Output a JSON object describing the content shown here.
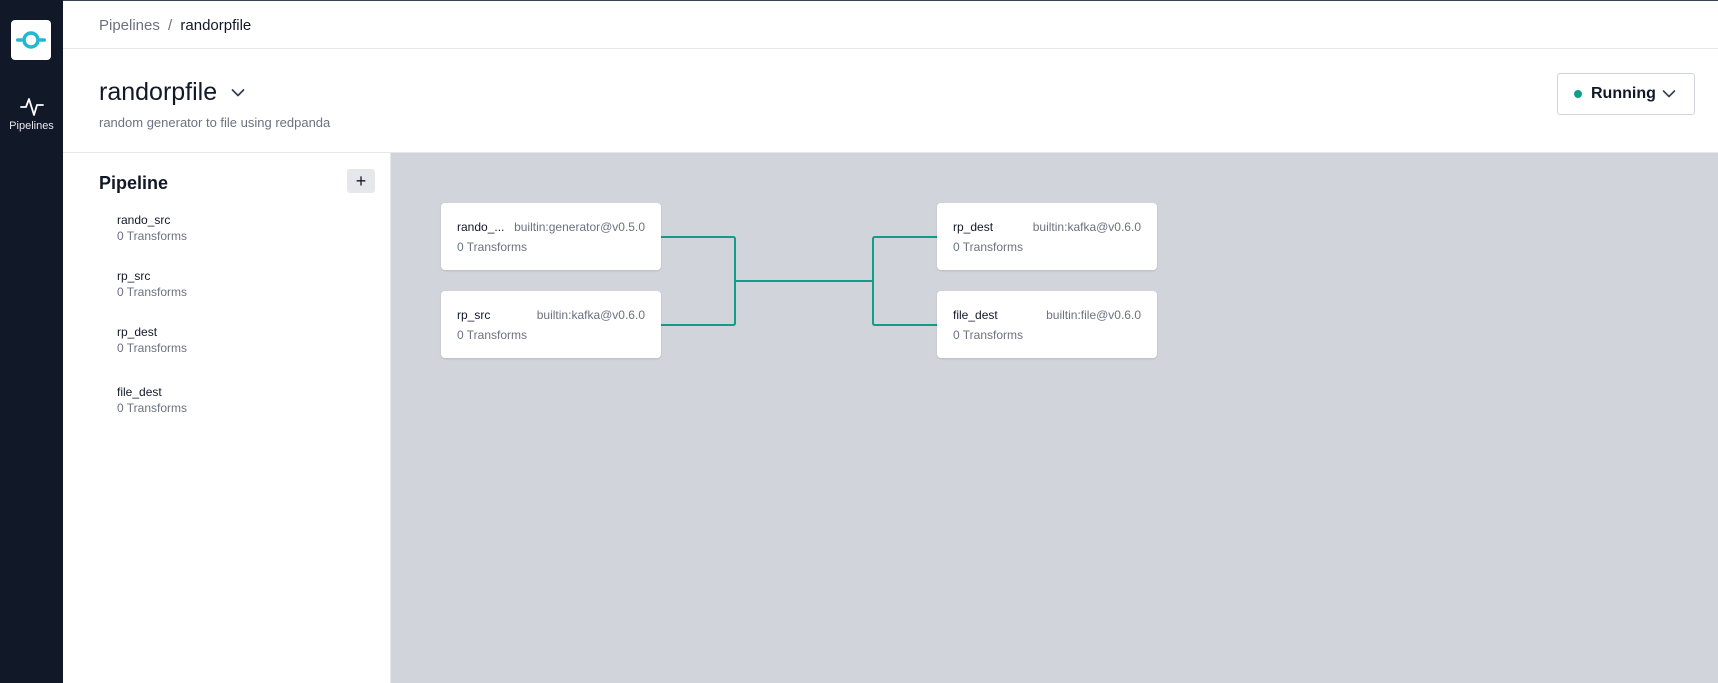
{
  "nav": {
    "items": [
      {
        "label": "Pipelines",
        "icon": "activity-icon"
      }
    ]
  },
  "breadcrumb": {
    "parent": "Pipelines",
    "separator": "/",
    "current": "randorpfile"
  },
  "header": {
    "title": "randorpfile",
    "subtitle": "random generator to file using redpanda",
    "status": {
      "label": "Running",
      "color": "#0f9f88"
    }
  },
  "panel": {
    "title": "Pipeline",
    "add_label": "+",
    "items": [
      {
        "name": "rando_src",
        "transforms": "0 Transforms"
      },
      {
        "name": "rp_src",
        "transforms": "0 Transforms"
      },
      {
        "name": "rp_dest",
        "transforms": "0 Transforms"
      },
      {
        "name": "file_dest",
        "transforms": "0 Transforms"
      }
    ]
  },
  "canvas": {
    "sources": [
      {
        "name": "rando_...",
        "plugin": "builtin:generator@v0.5.0",
        "transforms": "0 Transforms"
      },
      {
        "name": "rp_src",
        "plugin": "builtin:kafka@v0.6.0",
        "transforms": "0 Transforms"
      }
    ],
    "destinations": [
      {
        "name": "rp_dest",
        "plugin": "builtin:kafka@v0.6.0",
        "transforms": "0 Transforms"
      },
      {
        "name": "file_dest",
        "plugin": "builtin:file@v0.6.0",
        "transforms": "0 Transforms"
      }
    ],
    "connector_color": "#0f9f88",
    "background": "#d1d5db"
  },
  "colors": {
    "rail": "#111827",
    "accent": "#22b8cf"
  }
}
